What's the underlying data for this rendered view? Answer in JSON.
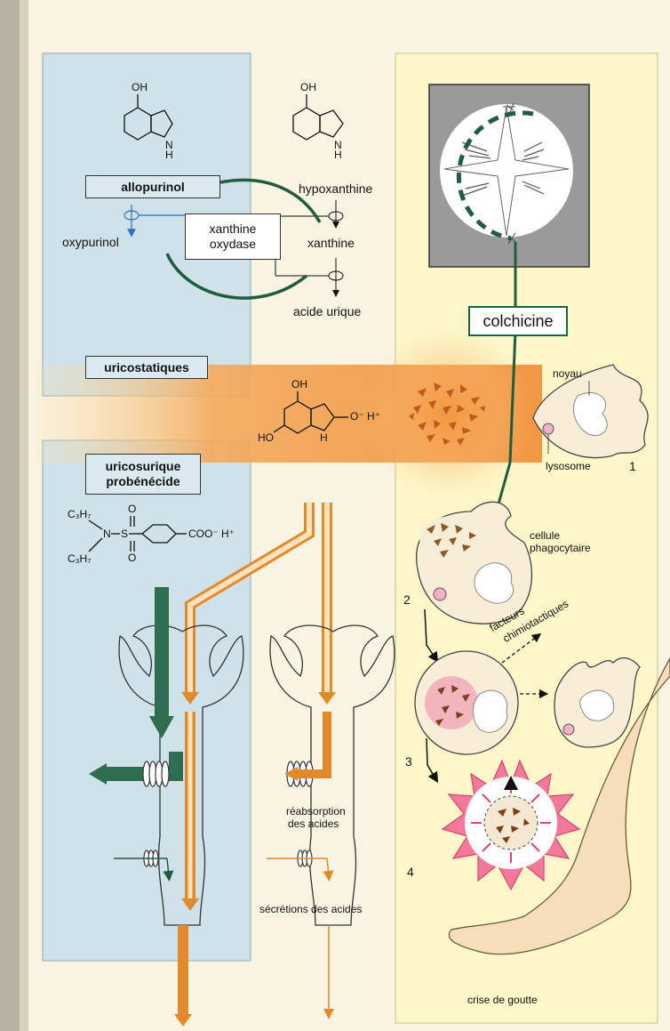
{
  "drugs": {
    "allopurinol": "allopurinol",
    "oxypurinol": "oxypurinol",
    "uricostatic": "uricostatiques",
    "uricosuric_line1": "uricosurique",
    "uricosuric_line2": "probénécide",
    "colchicine": "colchicine"
  },
  "enzyme": {
    "line1": "xanthine",
    "line2": "oxydase"
  },
  "pathway": {
    "hypoxanthine": "hypoxanthine",
    "xanthine": "xanthine",
    "uric_acid": "acide urique"
  },
  "chemistry": {
    "oh_allopurinol": "OH",
    "nh_allopurinol": "N",
    "h_allopurinol": "H",
    "oh_hypoxanthine": "OH",
    "nh_hypoxanthine": "N",
    "h_hypoxanthine": "H",
    "oh_urate_top": "OH",
    "ho_urate": "HO",
    "urate_anion": "O⁻ H⁺",
    "urate_h": "H",
    "probenecid_c3h7_top": "C₃H₇",
    "probenecid_c3h7_bottom": "C₃H₇",
    "probenecid_n": "N",
    "probenecid_s": "S",
    "probenecid_o_top": "O",
    "probenecid_o_bottom": "O",
    "probenecid_acid": "COO⁻ H⁺"
  },
  "cell": {
    "nucleus": "noyau",
    "lysosome": "lysosome",
    "phagocyte_line1": "cellule",
    "phagocyte_line2": "phagocytaire",
    "chemotactic_line1": "facteurs",
    "chemotactic_line2": "chimiotactiques",
    "gout_attack": "crise de goutte"
  },
  "steps": {
    "s1": "1",
    "s2": "2",
    "s3": "3",
    "s4": "4"
  },
  "kidney": {
    "reabsorption_line1": "réabsorption",
    "reabsorption_line2": "des acides",
    "secretion": "sécrétions des acides"
  },
  "colors": {
    "panel_blue": "#cfe2e9",
    "panel_yellow": "#fdf6c8",
    "urate_orange": "#f2a34f",
    "drug_green": "#2e6e4f",
    "inflammation_pink": "#f2708f"
  }
}
